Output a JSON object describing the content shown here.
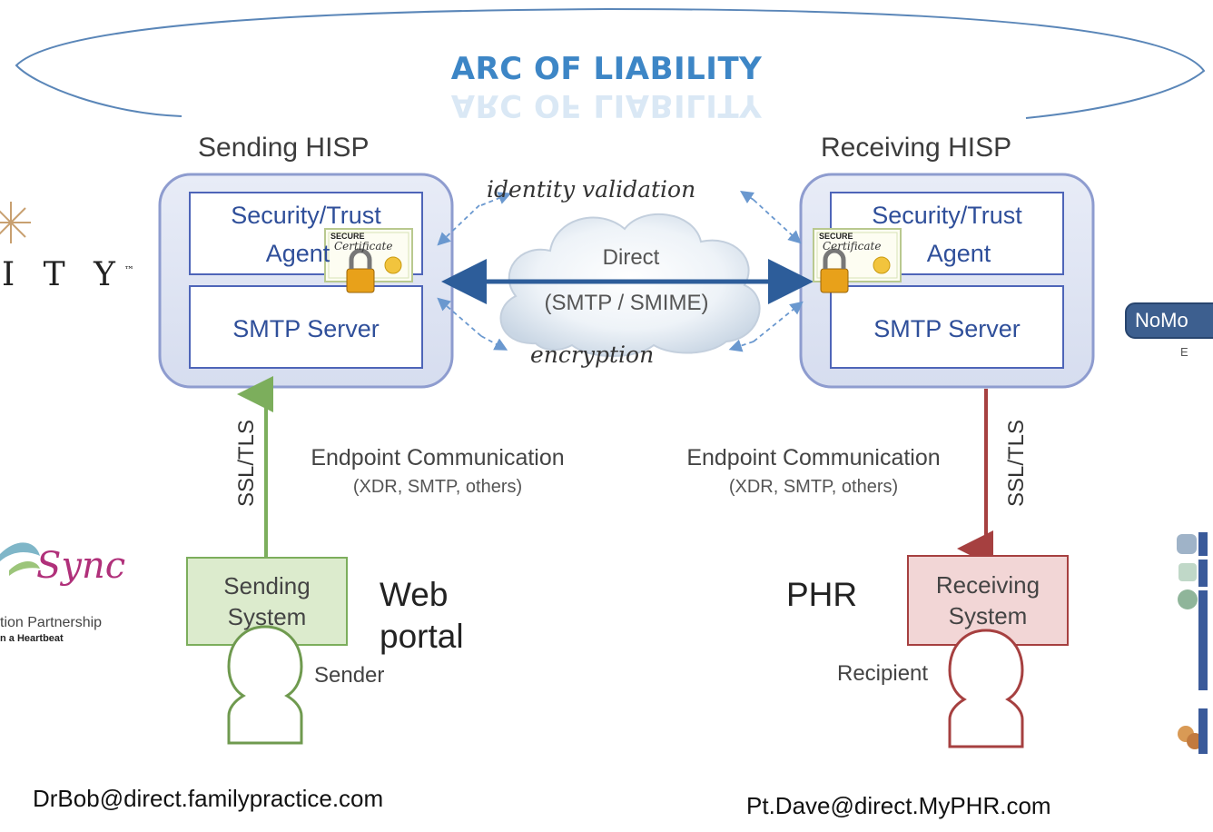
{
  "diagram": {
    "arc_title": "ARC OF LIABILITY",
    "sending_hisp": {
      "title": "Sending HISP",
      "agent_line1": "Security/Trust",
      "agent_line2": "Agent",
      "smtp": "SMTP Server"
    },
    "receiving_hisp": {
      "title": "Receiving HISP",
      "agent_line1": "Security/Trust",
      "agent_line2": "Agent",
      "smtp": "SMTP Server"
    },
    "cloud": {
      "line1": "Direct",
      "line2": "(SMTP / SMIME)"
    },
    "identity_validation": "identity validation",
    "encryption": "encryption",
    "left_endpoint": {
      "protocol": "SSL/TLS",
      "title": "Endpoint Communication",
      "sub": "(XDR, SMTP, others)"
    },
    "right_endpoint": {
      "protocol": "SSL/TLS",
      "title": "Endpoint Communication",
      "sub": "(XDR, SMTP, others)"
    },
    "sending_system": {
      "line1": "Sending",
      "line2": "System"
    },
    "receiving_system": {
      "line1": "Receiving",
      "line2": "System"
    },
    "web_portal": {
      "line1": "Web",
      "line2": "portal"
    },
    "phr": "PHR",
    "sender": "Sender",
    "recipient": "Recipient",
    "sender_email": "DrBob@direct.familypractice.com",
    "recipient_email": "Pt.Dave@direct.MyPHR.com",
    "certificate": {
      "header": "SECURE",
      "script": "Certificate"
    }
  },
  "partial_logos": {
    "left_top": "I T Y",
    "left_top_mark": "™",
    "left_bottom_script": "Sync",
    "left_bottom_line1": "tion Partnership",
    "left_bottom_line2": "n a Heartbeat",
    "right_top": "NoMo",
    "right_top_sub": "E"
  },
  "colors": {
    "arc": "#5a86b8",
    "arc_title": "#3d86c6",
    "hisp_fill": "#dfe5f3",
    "hisp_border": "#8e9ccf",
    "inner_border": "#4e65b8",
    "arrow_blue": "#2d5d9a",
    "green": "#7cae5c",
    "green_fill": "#dcebcd",
    "red": "#a64040",
    "red_fill": "#f2d6d6"
  }
}
